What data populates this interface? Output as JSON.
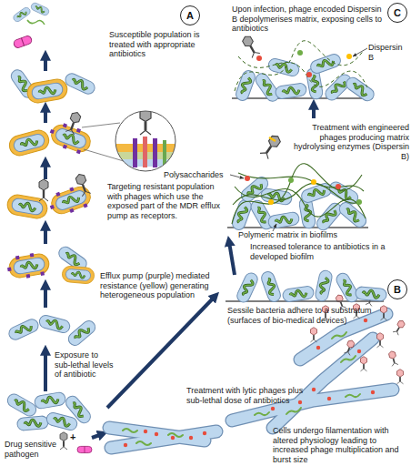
{
  "diagram": {
    "nodes": [
      {
        "text": [
          "A"
        ]
      },
      {
        "text": [
          "C"
        ]
      },
      {
        "text": [
          "B"
        ]
      }
    ],
    "labels": [
      "Susceptible population is treated with appropriate antibiotics",
      "Upon infection, phage encoded Dispersin B depolymerises matrix, exposing cells to antibiotics",
      "Dispersin B",
      "Treatment with engineered phages producing matrix hydrolysing enzymes (Dispersin B)",
      "Polysaccharides",
      "Targeting resistant population with phages which use the exposed part of the MDR efflux pump as receptors.",
      "Polymeric matrix in biofilms",
      "Increased tolerance to antibiotics in a developed biofilm",
      "Efflux pump (purple) mediated resistance (yellow) generating heterogeneous population",
      "Sessile bacteria adhere to a substratum (surfaces of bio-medical devices)",
      "Exposure to sub-lethal levels of antibiotic",
      "Treatment with lytic phages plus sub-lethal dose of antibiotics",
      "Cells undergo filamentation with altered physiology leading to increased phage multiplication and burst size",
      "Drug sensitive pathogen",
      "+"
    ]
  }
}
